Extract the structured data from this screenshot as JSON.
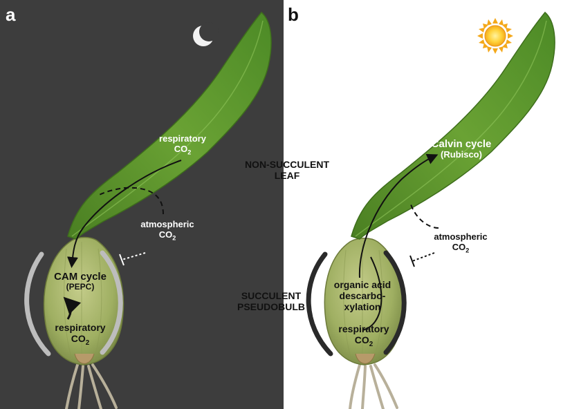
{
  "panels": [
    {
      "letter": "a",
      "condition_icon": "moon-icon",
      "labels": {
        "respiratory_top": "respiratory",
        "respiratory_top_co2": "CO",
        "atmospheric": "atmospheric",
        "atmospheric_co2": "CO",
        "cam_cycle": "CAM cycle",
        "pepc": "(PEPC)",
        "respiratory_bottom": "respiratory",
        "respiratory_bottom_co2": "CO"
      }
    },
    {
      "letter": "b",
      "condition_icon": "sun-icon",
      "labels": {
        "calvin_cycle": "Calvin cycle",
        "rubisco": "(Rubisco)",
        "atmospheric": "atmospheric",
        "atmospheric_co2": "CO",
        "organic_acid": "organic acid",
        "descarbo": "descarbo-",
        "xylation": "xylation",
        "respiratory": "respiratory",
        "respiratory_co2": "CO"
      }
    }
  ],
  "center_labels": {
    "leaf_line1": "NON-SUCCULENT",
    "leaf_line2": "LEAF",
    "bulb_line1": "SUCCULENT",
    "bulb_line2": "PSEUDOBULB"
  },
  "subscript": "2",
  "colors": {
    "night_background": "#3d3d3d",
    "day_background": "#ffffff",
    "leaf_green": "#4f8a2a",
    "pseudobulb_green": "#9fae62",
    "bracket_night": "#bdbdbd",
    "bracket_day": "#2a2a2a"
  }
}
